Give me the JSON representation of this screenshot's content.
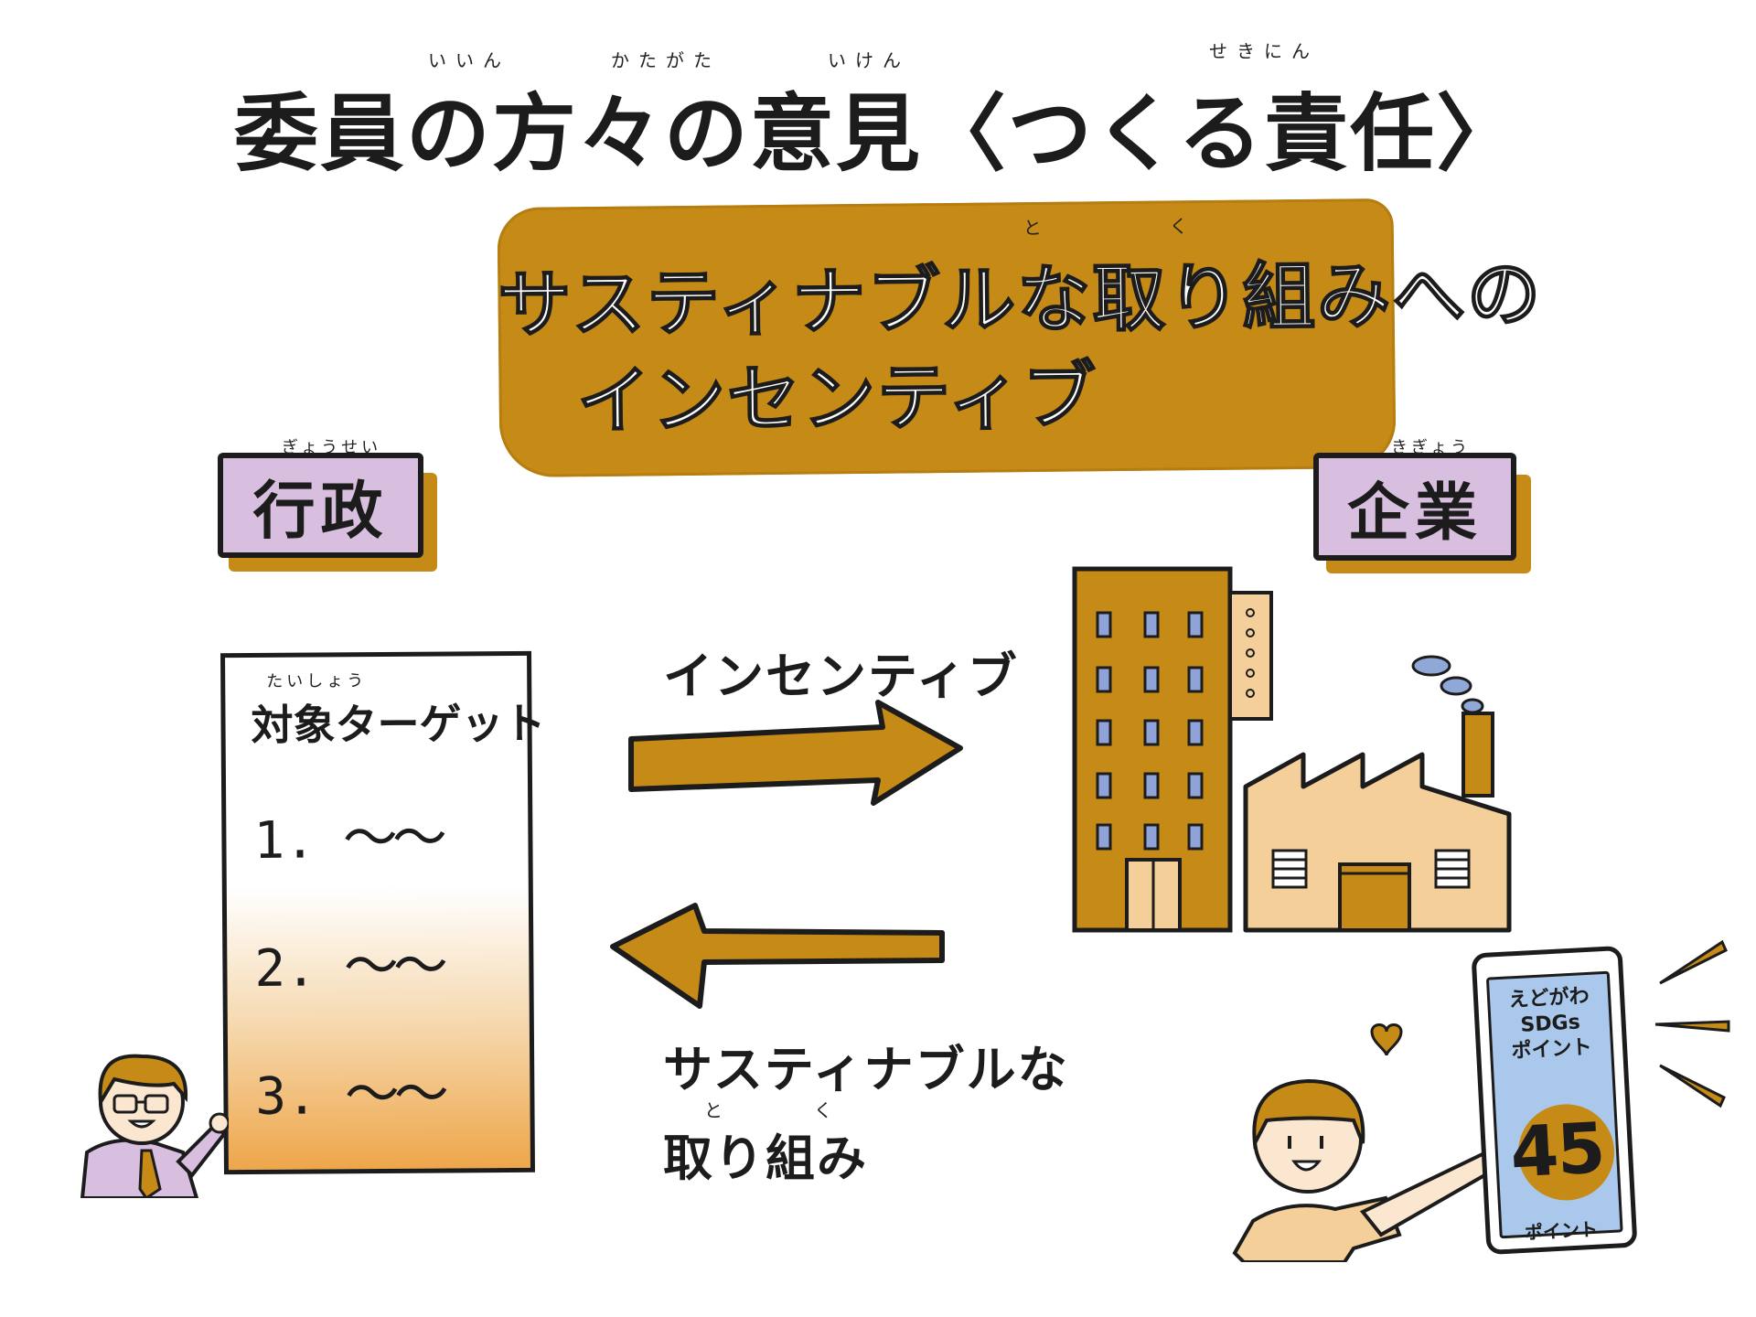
{
  "title": {
    "text": "委員の方々の意見〈つくる責任〉",
    "ruby": [
      "いいん",
      "かたがた",
      "いけん",
      "せきにん"
    ]
  },
  "banner": {
    "line1": "サスティナブルな取り組みへの",
    "line2": "インセンティブ",
    "ruby_to": "と",
    "ruby_ku": "く"
  },
  "labels": {
    "gyosei": "行政",
    "gyosei_ruby": "ぎょうせい",
    "kigyo": "企業",
    "kigyo_ruby": "きぎょう"
  },
  "document": {
    "title": "対象ターゲット",
    "title_ruby": "たいしょう",
    "items": [
      "1.",
      "2.",
      "3."
    ],
    "placeholder": "〜〜"
  },
  "arrows": {
    "to_company": "インセンティブ",
    "to_government_line1": "サスティナブルな",
    "to_government_line2": "取り組み",
    "ruby_to": "と",
    "ruby_ku": "く"
  },
  "phone": {
    "title": "えどがわ\nSDGs\nポイント",
    "points": "45",
    "unit": "ポイント"
  },
  "colors": {
    "accent": "#c68a16",
    "label_bg": "#d8bfe0",
    "building": "#c68a16",
    "factory": "#f5cf9a",
    "window": "#8fa3d8",
    "smoke": "#8fa8d8",
    "phone_screen": "#a9c8ec"
  }
}
